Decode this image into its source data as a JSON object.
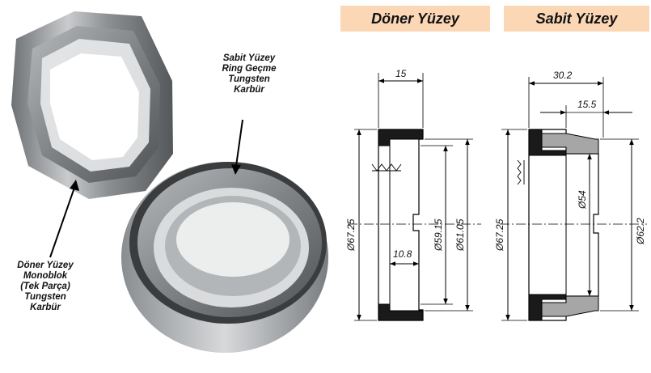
{
  "headers": {
    "rotating": "Döner Yüzey",
    "stationary": "Sabit Yüzey"
  },
  "callouts": {
    "stationary": [
      "Sabit Yüzey",
      "Ring Geçme",
      "Tungsten",
      "Karbür"
    ],
    "rotating": [
      "Döner Yüzey",
      "Monoblok",
      "(Tek Parça)",
      "Tungsten",
      "Karbür"
    ]
  },
  "rotating_dims": {
    "width": "15",
    "outer_dia": "Ø67.25",
    "inner_dia": "Ø59.15",
    "seat_dia": "Ø61.05",
    "inner_width": "10.8"
  },
  "stationary_dims": {
    "width": "30.2",
    "ring_width": "15.5",
    "outer_dia": "Ø67.25",
    "inner_dia": "Ø54",
    "ring_dia": "Ø62.2"
  },
  "colors": {
    "header_bg": "#fbd7b5",
    "rubber": "#1a1a1a",
    "carbide": "#a6a6a6",
    "metal": "#9a9c9e"
  }
}
